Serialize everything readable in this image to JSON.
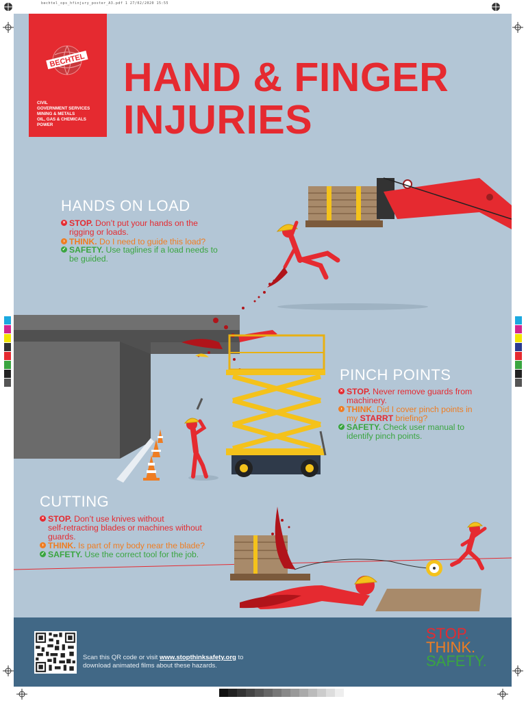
{
  "print_slug": "bechtel_ops_hfinjury_poster_A3.pdf   1   27/02/2020   15:55",
  "brand": {
    "logo_text": "BECHTEL",
    "lines": [
      "CIVIL",
      "GOVERNMENT SERVICES",
      "MINING & METALS",
      "OIL, GAS & CHEMICALS",
      "POWER"
    ]
  },
  "title": [
    "HAND & FINGER",
    "INJURIES"
  ],
  "sections": [
    {
      "heading": "HANDS ON LOAD",
      "items": [
        {
          "type": "stop",
          "lead": "STOP.",
          "text": "Don’t put your hands on the",
          "cont": "rigging or loads."
        },
        {
          "type": "think",
          "lead": "THINK.",
          "text": "Do I need to guide this load?",
          "cont": ""
        },
        {
          "type": "safety",
          "lead": "SAFETY.",
          "text": "Use taglines if a load needs to",
          "cont": "be guided."
        }
      ]
    },
    {
      "heading": "PINCH POINTS",
      "items": [
        {
          "type": "stop",
          "lead": "STOP.",
          "text": "Never remove guards from",
          "cont": "machinery."
        },
        {
          "type": "think",
          "lead": "THINK.",
          "text": "Did I cover pinch points in",
          "cont_pre": "my ",
          "cont_kw": "STARRT",
          "cont": " briefing?"
        },
        {
          "type": "safety",
          "lead": "SAFETY.",
          "text": "Check user manual to",
          "cont": "identify pinch points."
        }
      ]
    },
    {
      "heading": "CUTTING",
      "items": [
        {
          "type": "stop",
          "lead": "STOP.",
          "text": "Don’t use knives without",
          "cont": "self-retracting blades or machines without",
          "cont2": "guards."
        },
        {
          "type": "think",
          "lead": "THINK.",
          "text": "Is part of my body near the blade?",
          "cont": ""
        },
        {
          "type": "safety",
          "lead": "SAFETY.",
          "text": "Use the correct tool for the job.",
          "cont": ""
        }
      ]
    }
  ],
  "footer": {
    "line1_pre": "Scan this QR code or visit ",
    "url": "www.stopthinksafety.org",
    "line1_post": " to",
    "line2": "download animated films about these hazards.",
    "stop": "STOP.",
    "think": "THINK.",
    "safety": "SAFETY."
  },
  "colors": {
    "background": "#b3c6d6",
    "brand_red": "#e52a30",
    "think_orange": "#ef7d22",
    "safety_green": "#3aa540",
    "footer_blue": "#416886"
  },
  "icons": [
    "registration-mark-icon",
    "stop-x-icon",
    "think-arrow-icon",
    "safety-check-icon",
    "qr-code-icon",
    "bechtel-globe-icon"
  ]
}
